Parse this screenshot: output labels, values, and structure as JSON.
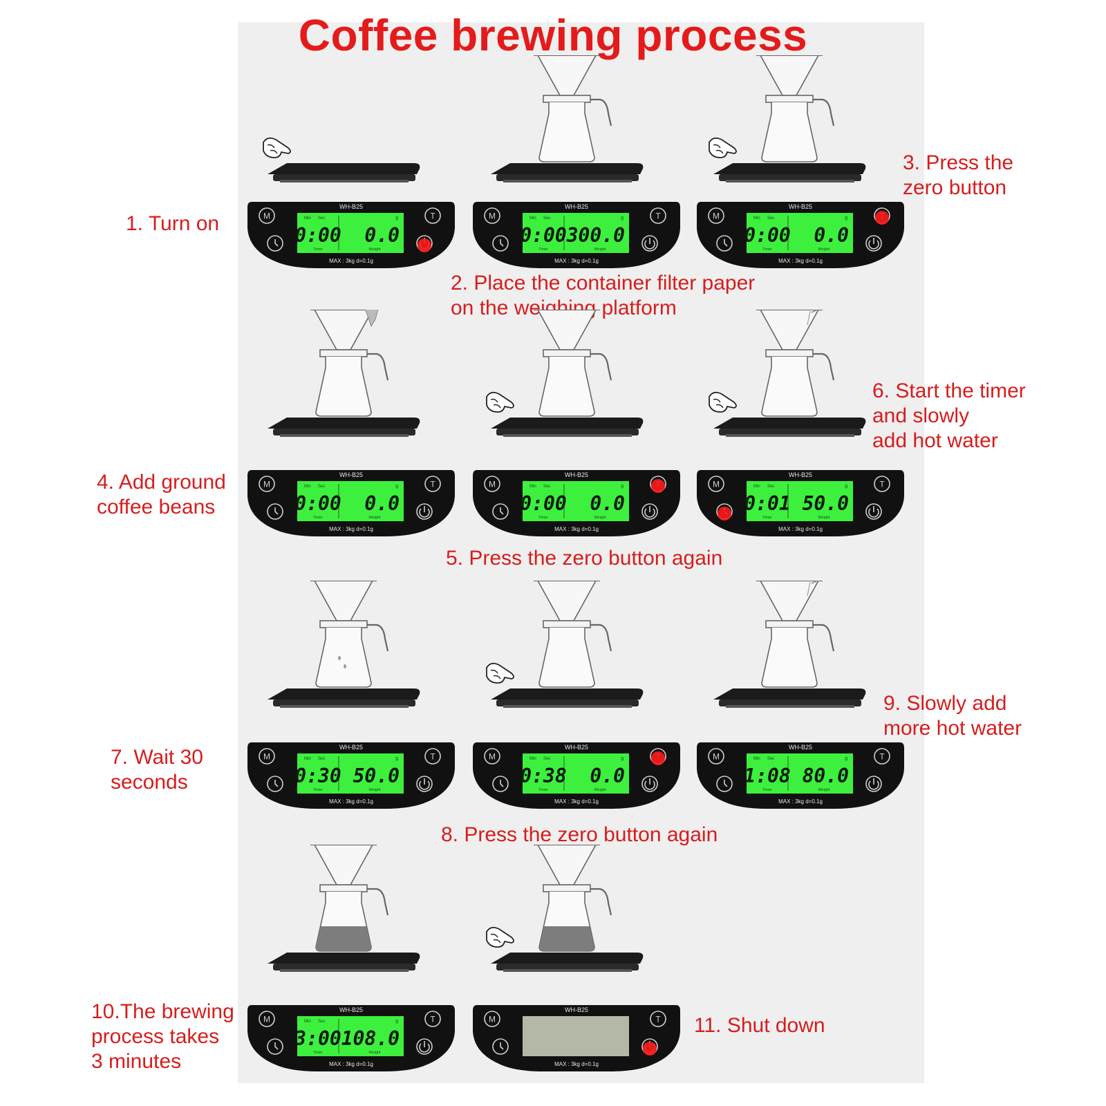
{
  "title": "Coffee brewing process",
  "colors": {
    "title": "#e41b1b",
    "label": "#d61d1d",
    "lcd_on": "#3ef03e",
    "lcd_off": "#b3b9a6",
    "scale_body": "#111111",
    "press_dot": "#ff1a1a"
  },
  "scale_common": {
    "model": "WH-B25",
    "max_text": "MAX : 3kg  d=0.1g",
    "btn_mode": "M",
    "btn_tare": "T",
    "lcd_min": "Min",
    "lcd_sec": "Sec",
    "lcd_unit": "g",
    "lcd_timer": "Timer",
    "lcd_weight": "Weight"
  },
  "steps": [
    {
      "label": "1. Turn on",
      "timer": "0:00",
      "weight": "0.0",
      "display": "on",
      "pressed": "power",
      "carafe": "none",
      "hand": true,
      "pour": "none"
    },
    {
      "label": "2. Place the container filter paper\non the weighing platform",
      "timer": "0:00",
      "weight": "300.0",
      "display": "on",
      "pressed": "none",
      "carafe": "empty",
      "hand": false,
      "pour": "none"
    },
    {
      "label": "3. Press the\nzero button",
      "timer": "0:00",
      "weight": "0.0",
      "display": "on",
      "pressed": "tare",
      "carafe": "empty",
      "hand": true,
      "pour": "none"
    },
    {
      "label": "4. Add ground\ncoffee beans",
      "timer": "0:00",
      "weight": "0.0",
      "display": "on",
      "pressed": "none",
      "carafe": "empty",
      "hand": false,
      "pour": "beans"
    },
    {
      "label": "5. Press the zero button again",
      "timer": "0:00",
      "weight": "0.0",
      "display": "on",
      "pressed": "tare",
      "carafe": "empty",
      "hand": true,
      "pour": "none"
    },
    {
      "label": "6. Start the timer\nand slowly\nadd hot water",
      "timer": "0:01",
      "weight": "50.0",
      "display": "on",
      "pressed": "timer",
      "carafe": "empty",
      "hand": true,
      "pour": "water"
    },
    {
      "label": "7. Wait 30\nseconds",
      "timer": "0:30",
      "weight": "50.0",
      "display": "on",
      "pressed": "none",
      "carafe": "drips",
      "hand": false,
      "pour": "none"
    },
    {
      "label": "8. Press the zero button again",
      "timer": "0:38",
      "weight": "0.0",
      "display": "on",
      "pressed": "tare",
      "carafe": "empty",
      "hand": true,
      "pour": "none"
    },
    {
      "label": "9. Slowly add\nmore hot water",
      "timer": "1:08",
      "weight": "80.0",
      "display": "on",
      "pressed": "none",
      "carafe": "empty",
      "hand": false,
      "pour": "water"
    },
    {
      "label": "10.The brewing\nprocess takes\n3 minutes",
      "timer": "3:00",
      "weight": "108.0",
      "display": "on",
      "pressed": "none",
      "carafe": "full",
      "hand": false,
      "pour": "none"
    },
    {
      "label": "11. Shut down",
      "timer": "",
      "weight": "",
      "display": "off",
      "pressed": "power",
      "carafe": "full",
      "hand": true,
      "pour": "none"
    }
  ]
}
